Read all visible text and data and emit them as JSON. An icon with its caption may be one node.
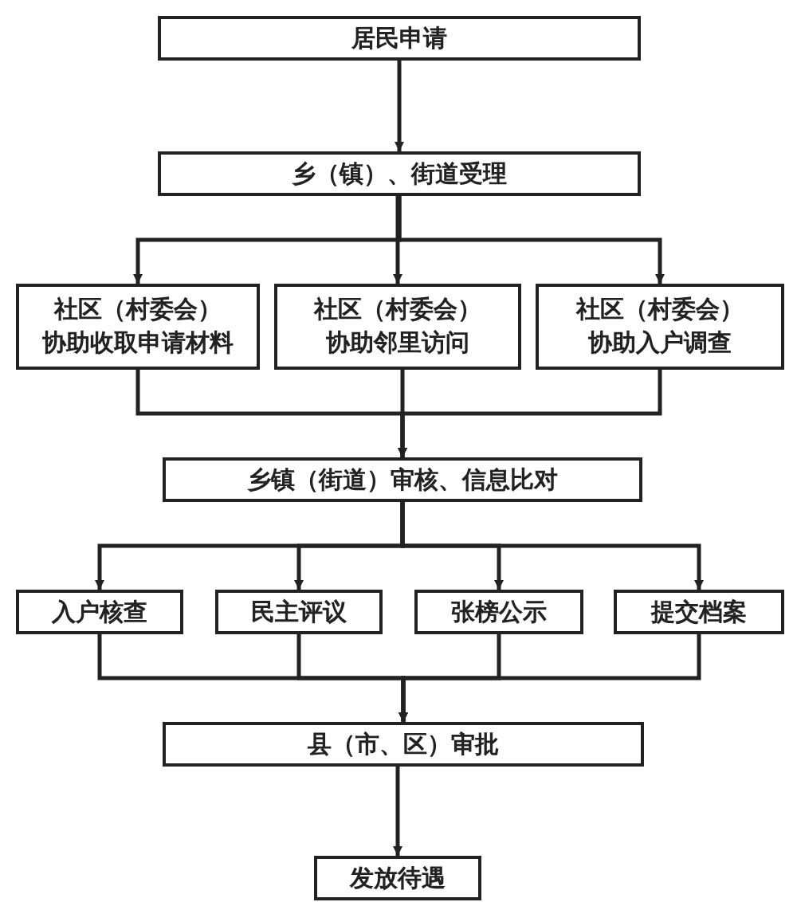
{
  "diagram": {
    "nodes": [
      {
        "text": [
          "居民申请"
        ]
      },
      {
        "text": [
          "乡（镇）、街道受理"
        ]
      },
      {
        "text": [
          "社区（村委会）",
          "协助收取申请材料"
        ]
      },
      {
        "text": [
          "社区（村委会）",
          "协助邻里访问"
        ]
      },
      {
        "text": [
          "社区（村委会）",
          "协助入户调查"
        ]
      },
      {
        "text": [
          "乡镇（街道）审核、信息比对"
        ]
      },
      {
        "text": [
          "入户核查"
        ]
      },
      {
        "text": [
          "民主评议"
        ]
      },
      {
        "text": [
          "张榜公示"
        ]
      },
      {
        "text": [
          "提交档案"
        ]
      },
      {
        "text": [
          "县（市、区）审批"
        ]
      },
      {
        "text": [
          "发放待遇"
        ]
      }
    ],
    "edges": [
      {
        "from": 0,
        "to": 1,
        "arrow": "to"
      },
      {
        "from": 1,
        "to": 2,
        "arrow": "to"
      },
      {
        "from": 1,
        "to": 3,
        "arrow": "to"
      },
      {
        "from": 1,
        "to": 4,
        "arrow": "to"
      },
      {
        "from": 2,
        "to": 5,
        "arrow": "to"
      },
      {
        "from": 3,
        "to": 5,
        "arrow": "to"
      },
      {
        "from": 4,
        "to": 5,
        "arrow": "to"
      },
      {
        "from": 5,
        "to": 6,
        "arrow": "to"
      },
      {
        "from": 5,
        "to": 7,
        "arrow": "to"
      },
      {
        "from": 5,
        "to": 8,
        "arrow": "to"
      },
      {
        "from": 5,
        "to": 9,
        "arrow": "to"
      },
      {
        "from": 6,
        "to": 10,
        "arrow": "to"
      },
      {
        "from": 7,
        "to": 10,
        "arrow": "to"
      },
      {
        "from": 8,
        "to": 10,
        "arrow": "to"
      },
      {
        "from": 9,
        "to": 10,
        "arrow": "to"
      },
      {
        "from": 10,
        "to": 11,
        "arrow": "to"
      }
    ]
  }
}
